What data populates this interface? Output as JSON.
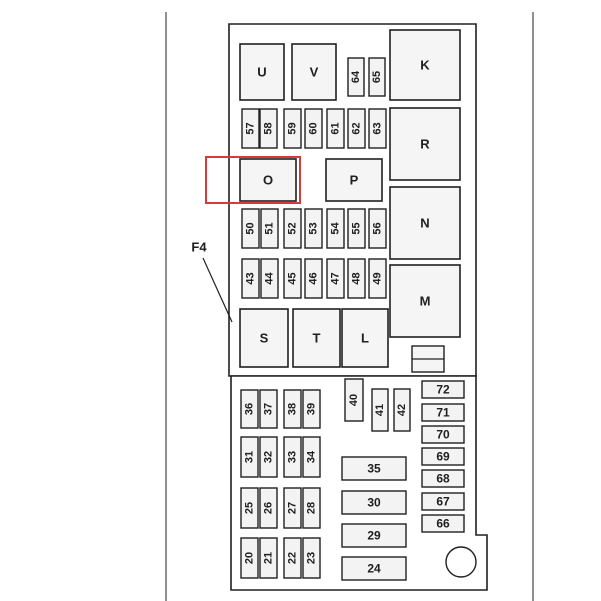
{
  "callout": {
    "label": "F4"
  },
  "highlight": {
    "target": "O",
    "color": "#d63a3a"
  },
  "relays": [
    {
      "label": "U"
    },
    {
      "label": "V"
    },
    {
      "label": "K"
    },
    {
      "label": "R"
    },
    {
      "label": "O"
    },
    {
      "label": "P"
    },
    {
      "label": "N"
    },
    {
      "label": "M"
    },
    {
      "label": "S"
    },
    {
      "label": "T"
    },
    {
      "label": "L"
    }
  ],
  "fuses": [
    {
      "label": "64"
    },
    {
      "label": "65"
    },
    {
      "label": "57"
    },
    {
      "label": "58"
    },
    {
      "label": "59"
    },
    {
      "label": "60"
    },
    {
      "label": "61"
    },
    {
      "label": "62"
    },
    {
      "label": "63"
    },
    {
      "label": "50"
    },
    {
      "label": "51"
    },
    {
      "label": "52"
    },
    {
      "label": "53"
    },
    {
      "label": "54"
    },
    {
      "label": "55"
    },
    {
      "label": "56"
    },
    {
      "label": "43"
    },
    {
      "label": "44"
    },
    {
      "label": "45"
    },
    {
      "label": "46"
    },
    {
      "label": "47"
    },
    {
      "label": "48"
    },
    {
      "label": "49"
    },
    {
      "label": "36"
    },
    {
      "label": "37"
    },
    {
      "label": "38"
    },
    {
      "label": "39"
    },
    {
      "label": "40"
    },
    {
      "label": "41"
    },
    {
      "label": "42"
    },
    {
      "label": "31"
    },
    {
      "label": "32"
    },
    {
      "label": "33"
    },
    {
      "label": "34"
    },
    {
      "label": "25"
    },
    {
      "label": "26"
    },
    {
      "label": "27"
    },
    {
      "label": "28"
    },
    {
      "label": "20"
    },
    {
      "label": "21"
    },
    {
      "label": "22"
    },
    {
      "label": "23"
    },
    {
      "label": "72"
    },
    {
      "label": "71"
    },
    {
      "label": "70"
    },
    {
      "label": "69"
    },
    {
      "label": "68"
    },
    {
      "label": "67"
    },
    {
      "label": "66"
    },
    {
      "label": "35"
    },
    {
      "label": "30"
    },
    {
      "label": "29"
    },
    {
      "label": "24"
    }
  ]
}
